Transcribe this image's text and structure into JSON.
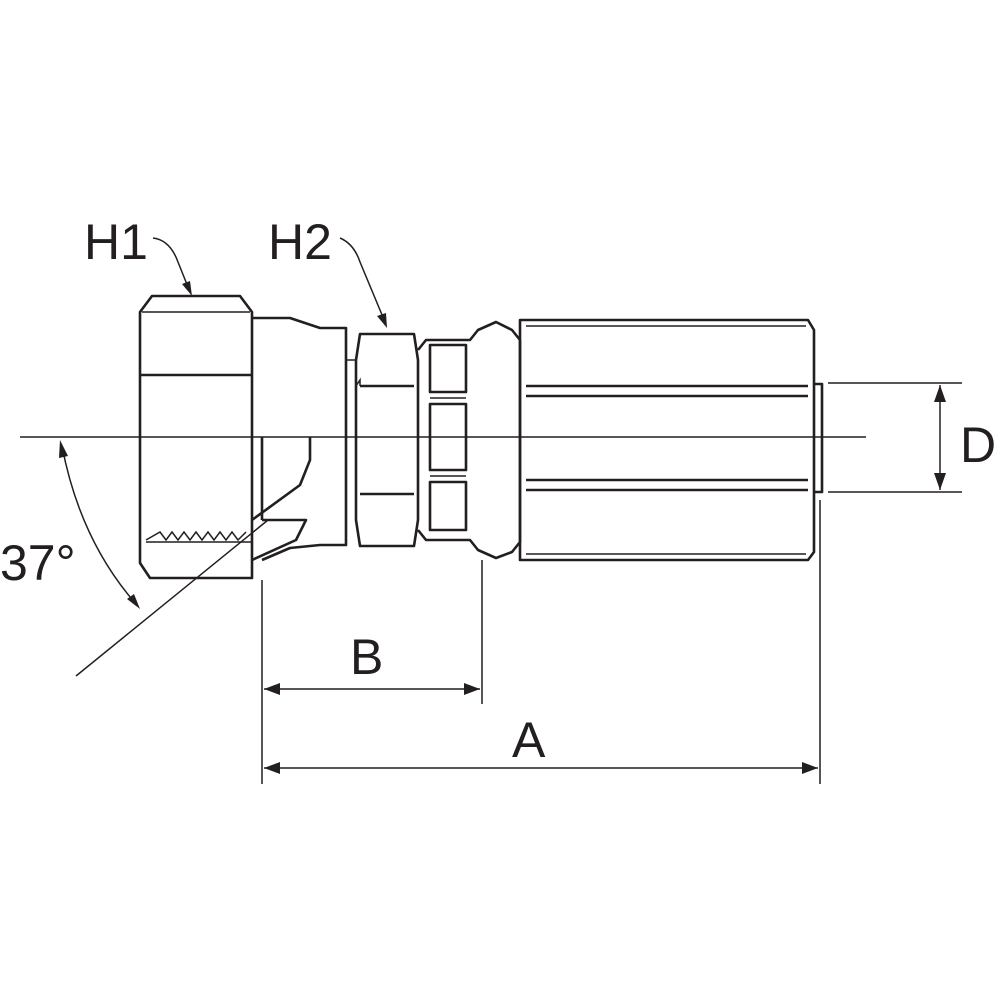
{
  "labels": {
    "h1": "H1",
    "h2": "H2",
    "d": "D",
    "b": "B",
    "a": "A",
    "angle": "37°"
  },
  "colors": {
    "line": "#231f20",
    "background": "#ffffff"
  }
}
